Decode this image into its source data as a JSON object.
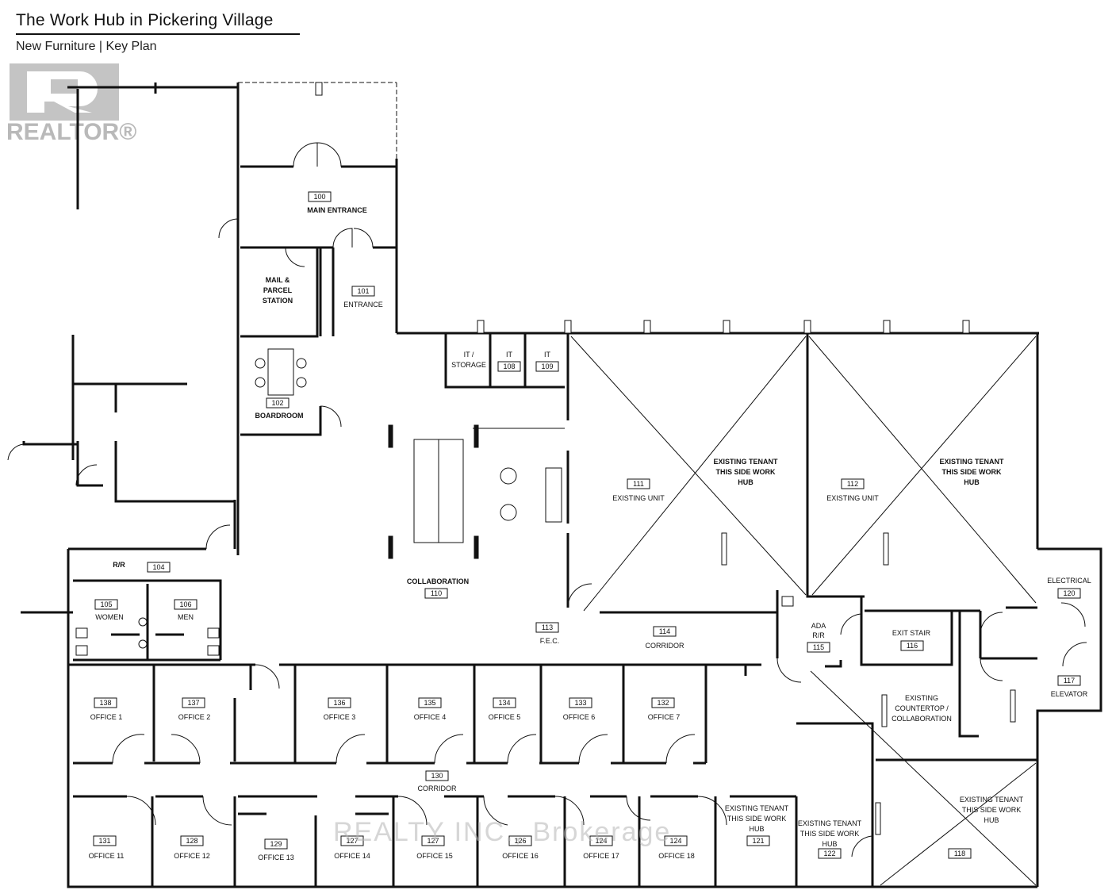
{
  "header": {
    "title": "The Work Hub in Pickering Village",
    "subtitle": "New Furniture  |  Key Plan"
  },
  "logo": {
    "word": "REALTOR®"
  },
  "watermark": "REALTY INC., Brokerage",
  "rooms": {
    "main_entrance": {
      "num": "100",
      "name": "MAIN ENTRANCE"
    },
    "entrance": {
      "num": "101",
      "name": "ENTRANCE"
    },
    "mail": {
      "name1": "MAIL &",
      "name2": "PARCEL",
      "name3": "STATION"
    },
    "boardroom": {
      "num": "102",
      "name": "BOARDROOM"
    },
    "it_storage": {
      "name1": "IT /",
      "name2": "STORAGE"
    },
    "it108": {
      "num": "108",
      "name": "IT"
    },
    "it109": {
      "num": "109",
      "name": "IT"
    },
    "unit111": {
      "num": "111",
      "name": "EXISTING UNIT"
    },
    "tenant111": {
      "l1": "EXISTING TENANT",
      "l2": "THIS SIDE WORK",
      "l3": "HUB"
    },
    "unit112": {
      "num": "112",
      "name": "EXISTING UNIT"
    },
    "tenant112": {
      "l1": "EXISTING TENANT",
      "l2": "THIS SIDE WORK",
      "l3": "HUB"
    },
    "rr104": {
      "num": "104",
      "name": "R/R"
    },
    "women": {
      "num": "105",
      "name": "WOMEN"
    },
    "men": {
      "num": "106",
      "name": "MEN"
    },
    "collab": {
      "num": "110",
      "name": "COLLABORATION"
    },
    "fec": {
      "num": "113",
      "name": "F.E.C."
    },
    "corridor114": {
      "num": "114",
      "name": "CORRIDOR"
    },
    "ada": {
      "num": "115",
      "l1": "ADA",
      "l2": "R/R"
    },
    "exit": {
      "num": "116",
      "name": "EXIT STAIR"
    },
    "electrical": {
      "num": "120",
      "name": "ELECTRICAL"
    },
    "elevator": {
      "num": "117",
      "name": "ELEVATOR"
    },
    "countertop": {
      "l1": "EXISTING",
      "l2": "COUNTERTOP /",
      "l3": "COLLABORATION"
    },
    "offices_top": [
      {
        "num": "138",
        "name": "OFFICE 1"
      },
      {
        "num": "137",
        "name": "OFFICE 2"
      },
      {
        "num": "136",
        "name": "OFFICE 3"
      },
      {
        "num": "135",
        "name": "OFFICE 4"
      },
      {
        "num": "134",
        "name": "OFFICE 5"
      },
      {
        "num": "133",
        "name": "OFFICE 6"
      },
      {
        "num": "132",
        "name": "OFFICE 7"
      }
    ],
    "corridor130": {
      "num": "130",
      "name": "CORRIDOR"
    },
    "offices_bottom": [
      {
        "num": "131",
        "name": "OFFICE 11"
      },
      {
        "num": "128",
        "name": "OFFICE 12"
      },
      {
        "num": "129",
        "name": "OFFICE 13"
      },
      {
        "num": "127",
        "name": "OFFICE 14"
      },
      {
        "num": "127",
        "name": "OFFICE 15"
      },
      {
        "num": "126",
        "name": "OFFICE 16"
      },
      {
        "num": "124",
        "name": "OFFICE 17"
      },
      {
        "num": "124",
        "name": "OFFICE 18"
      }
    ],
    "tenant121": {
      "num": "121",
      "l1": "EXISTING TENANT",
      "l2": "THIS SIDE WORK",
      "l3": "HUB"
    },
    "tenant122": {
      "num": "122",
      "l1": "EXISTING TENANT",
      "l2": "THIS SIDE WORK",
      "l3": "HUB"
    },
    "tenant118": {
      "num": "118",
      "l1": "EXISTING TENANT",
      "l2": "THIS SIDE WORK",
      "l3": "HUB"
    }
  }
}
